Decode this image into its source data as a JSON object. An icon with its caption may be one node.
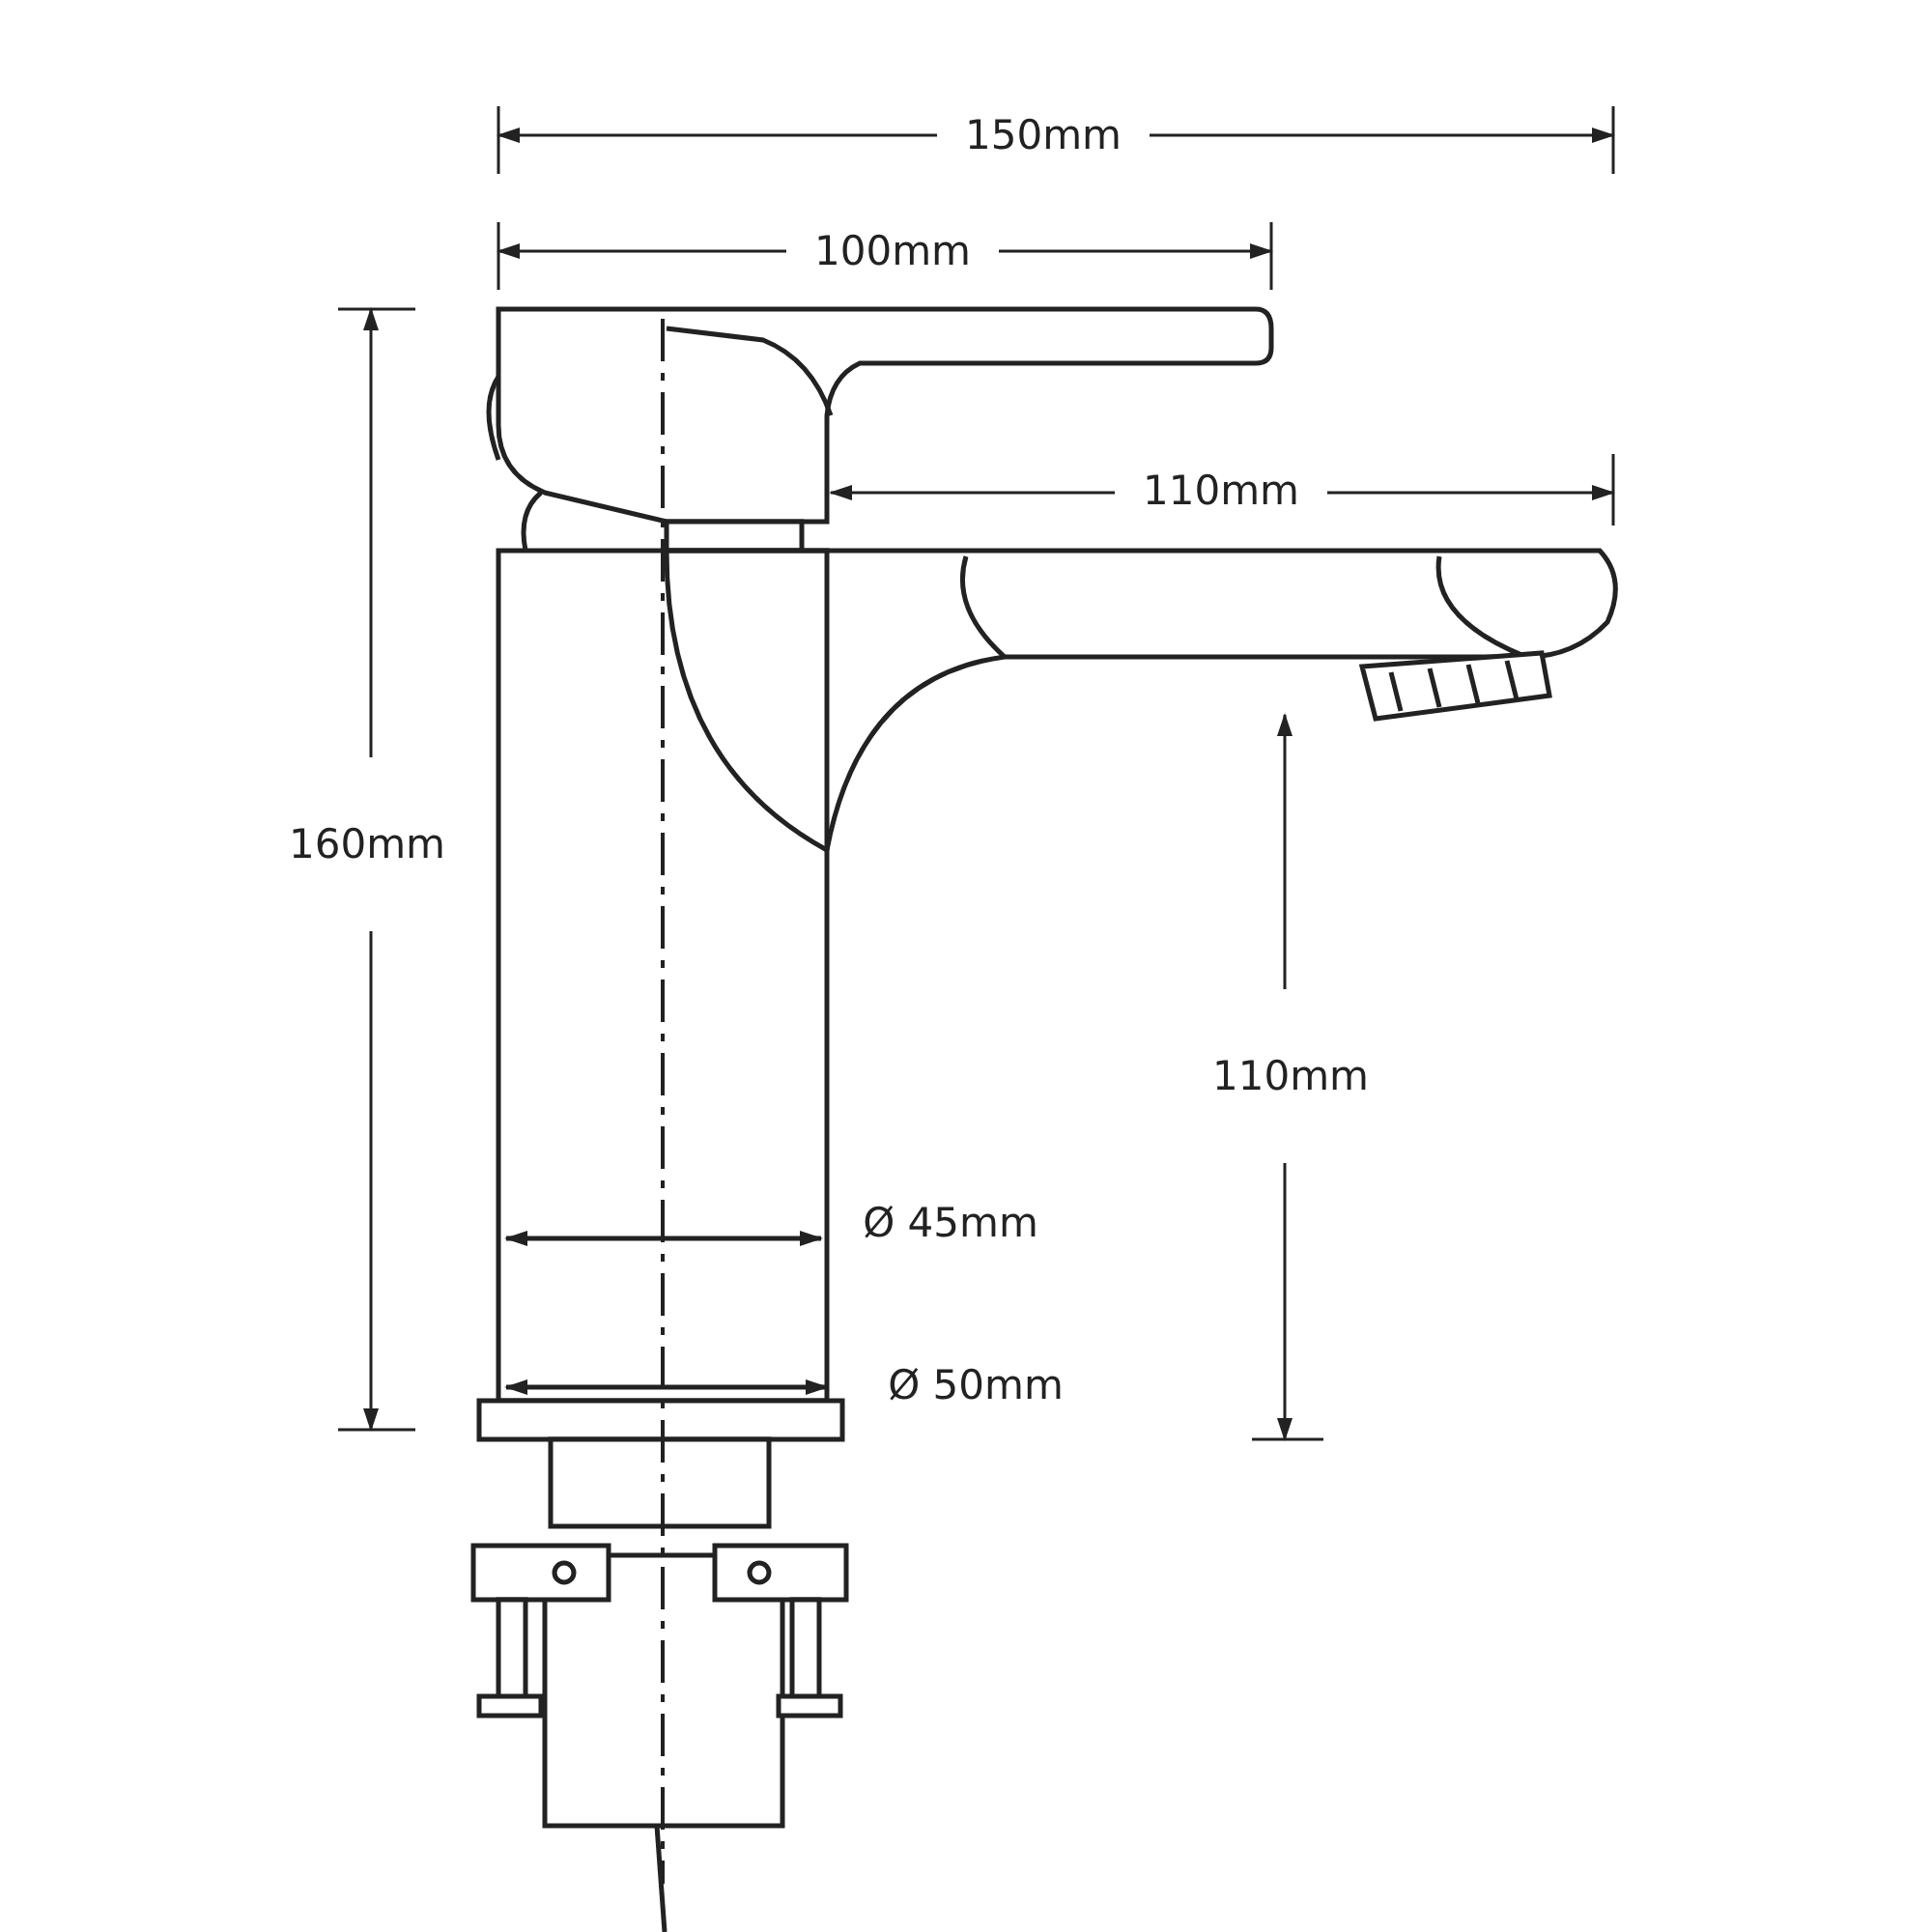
{
  "diagram": {
    "labels": [
      "150mm",
      "100mm",
      "110mm",
      "160mm",
      "110mm",
      "Ø 45mm",
      "Ø 50mm"
    ]
  }
}
